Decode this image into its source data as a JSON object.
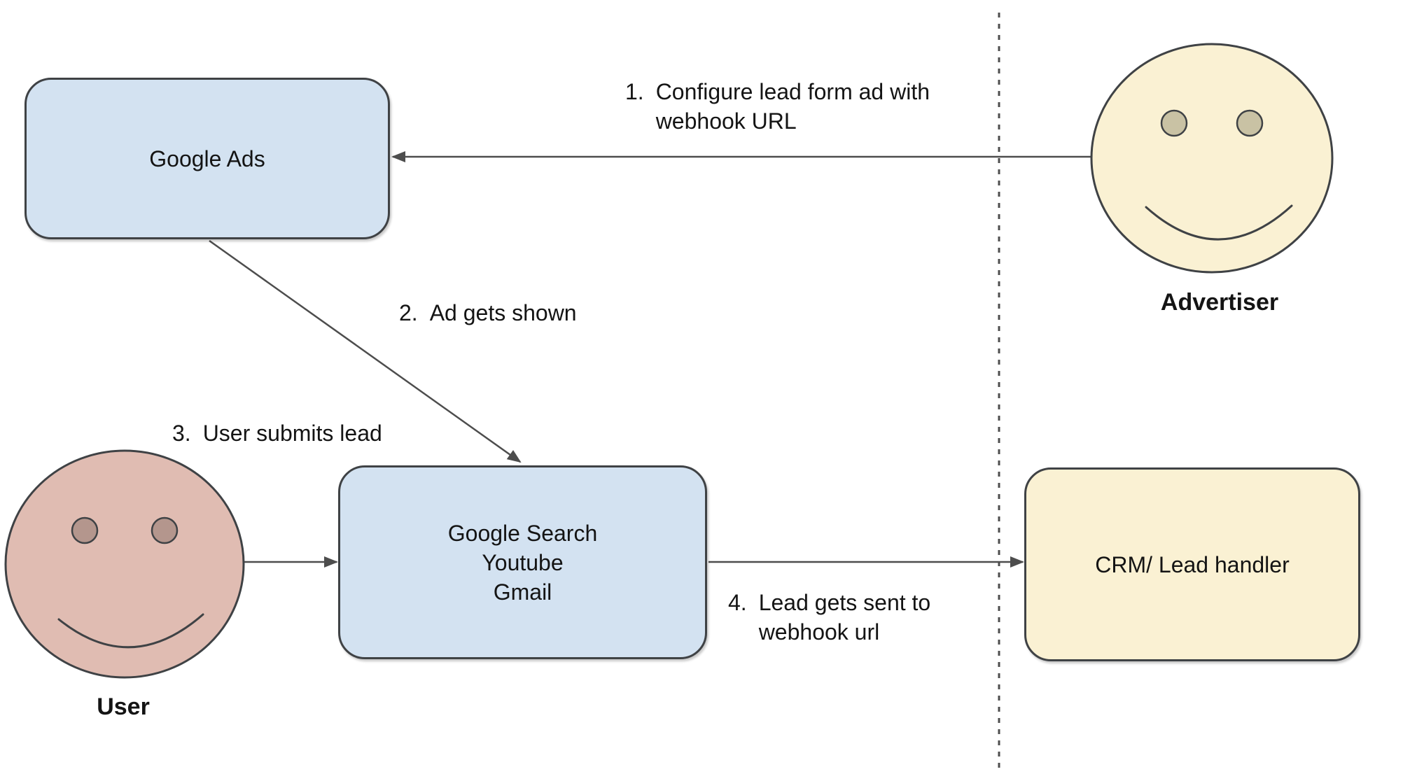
{
  "nodes": {
    "google_ads": {
      "label": "Google Ads"
    },
    "google_properties": {
      "lines": [
        "Google Search",
        "Youtube",
        "Gmail"
      ]
    },
    "crm": {
      "label": "CRM/ Lead handler"
    }
  },
  "actors": {
    "advertiser": {
      "label": "Advertiser"
    },
    "user": {
      "label": "User"
    }
  },
  "steps": [
    {
      "num": "1.",
      "lines": [
        "Configure lead form ad with",
        "webhook URL"
      ]
    },
    {
      "num": "2.",
      "lines": [
        "Ad gets shown"
      ]
    },
    {
      "num": "3.",
      "lines": [
        "User submits lead"
      ]
    },
    {
      "num": "4.",
      "lines": [
        "Lead gets sent to",
        "webhook url"
      ]
    }
  ],
  "colors": {
    "node_blue": "#d3e2f1",
    "node_yellow": "#faf1d3",
    "advertiser_face": "#faf1d3",
    "advertiser_eye": "#c9c2a4",
    "user_face": "#e0bcb2",
    "user_eye": "#b4968d",
    "stroke": "#3f4245",
    "arrow": "#4d4d4d",
    "text": "#141414"
  }
}
